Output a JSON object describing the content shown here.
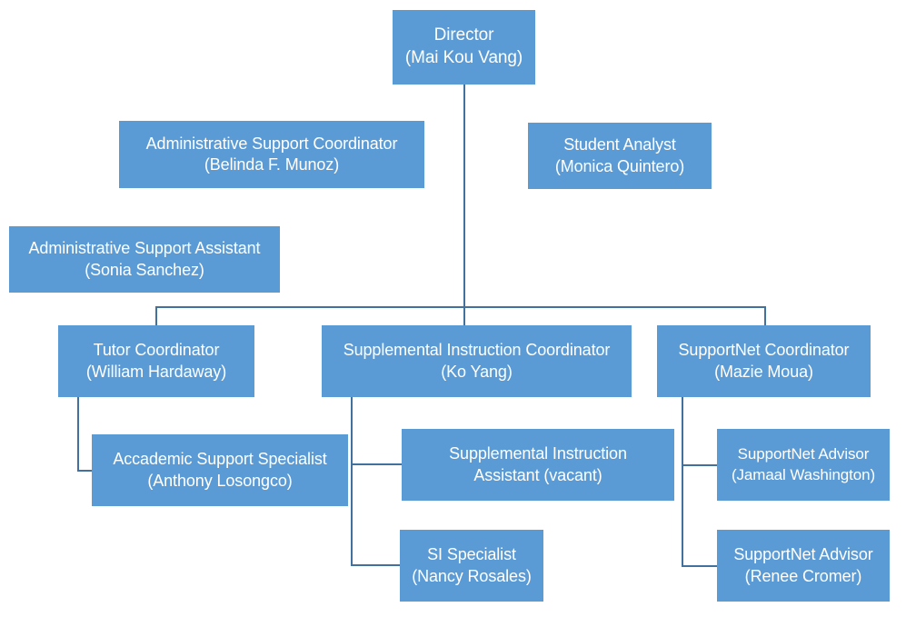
{
  "chart": {
    "type": "org-chart",
    "title": "",
    "theme": {
      "node_fill": "#5b9bd5",
      "node_text": "#ffffff",
      "connector": "#41719c",
      "background": "#ffffff"
    },
    "nodes": [
      {
        "id": "director",
        "title": "Director",
        "person": "(Mai Kou Vang)",
        "label": "Director\n(Mai Kou Vang)",
        "level": 0
      },
      {
        "id": "admin-support-coordinator",
        "title": "Administrative Support Coordinator",
        "person": "(Belinda F. Munoz)",
        "label": "Administrative Support Coordinator\n(Belinda F. Munoz)",
        "level": 1
      },
      {
        "id": "student-analyst",
        "title": "Student Analyst",
        "person": "(Monica Quintero)",
        "label": "Student Analyst\n(Monica Quintero)",
        "level": 1
      },
      {
        "id": "admin-support-assistant",
        "title": "Administrative Support Assistant",
        "person": "(Sonia Sanchez)",
        "label": "Administrative Support Assistant\n(Sonia Sanchez)",
        "level": 2
      },
      {
        "id": "tutor-coordinator",
        "title": "Tutor Coordinator",
        "person": "(William Hardaway)",
        "label": "Tutor Coordinator\n(William Hardaway)",
        "level": 3
      },
      {
        "id": "si-coordinator",
        "title": "Supplemental Instruction Coordinator",
        "person": "(Ko Yang)",
        "label": "Supplemental Instruction Coordinator\n(Ko Yang)",
        "level": 3
      },
      {
        "id": "supportnet-coordinator",
        "title": "SupportNet Coordinator",
        "person": "(Mazie Moua)",
        "label": "SupportNet Coordinator\n(Mazie Moua)",
        "level": 3
      },
      {
        "id": "academic-support-specialist",
        "title": "Accademic Support Specialist",
        "person": "(Anthony Losongco)",
        "label": "Accademic Support Specialist\n(Anthony Losongco)",
        "level": 4
      },
      {
        "id": "si-assistant",
        "title": "Supplemental Instruction Assistant",
        "person": "(vacant)",
        "label": "Supplemental Instruction\nAssistant (vacant)",
        "level": 4
      },
      {
        "id": "supportnet-advisor-jamaal",
        "title": "SupportNet Advisor",
        "person": "(Jamaal Washington)",
        "label": "SupportNet Advisor\n(Jamaal Washington)",
        "level": 4
      },
      {
        "id": "si-specialist",
        "title": "SI Specialist",
        "person": "(Nancy Rosales)",
        "label": "SI Specialist\n(Nancy Rosales)",
        "level": 4
      },
      {
        "id": "supportnet-advisor-renee",
        "title": "SupportNet Advisor",
        "person": "(Renee Cromer)",
        "label": "SupportNet Advisor\n(Renee Cromer)",
        "level": 4
      }
    ]
  }
}
